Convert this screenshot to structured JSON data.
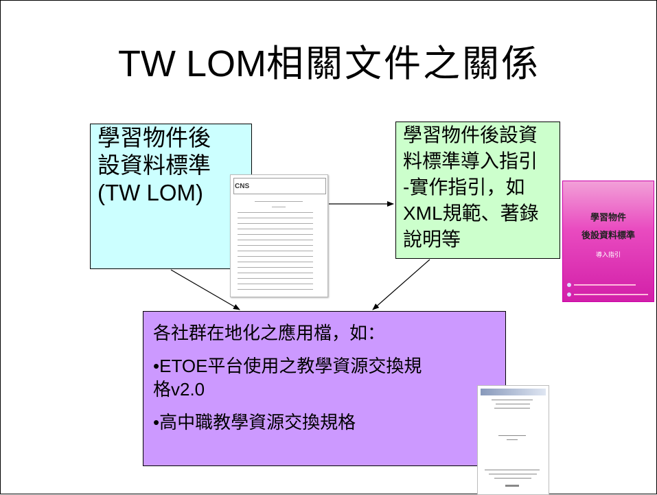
{
  "title": {
    "latin": "TW LOM",
    "cjk": "相關文件之關係"
  },
  "box_lom": {
    "lines": [
      "學習物件後",
      "設資料標準",
      "(TW LOM)"
    ]
  },
  "box_guide": {
    "lines": [
      "學習物件後設資",
      "料標準導入指引",
      "-實作指引，如",
      "XML規範、著錄",
      "說明等"
    ]
  },
  "box_apps": {
    "intro": "各社群在地化之應用檔，如：",
    "item1_line1": "•ETOE平台使用之教學資源交換規",
    "item1_line2": "格v2.0",
    "item2": "•高中職教學資源交換規格"
  },
  "doc_cns": {
    "mark": "CNS"
  },
  "doc_book": {
    "title_line1": "學習物件",
    "title_line2": "後設資料標準",
    "subtitle": "導入指引"
  },
  "colors": {
    "lom_box": "#ccffff",
    "guide_box": "#ccffcc",
    "apps_box": "#cc99ff"
  }
}
